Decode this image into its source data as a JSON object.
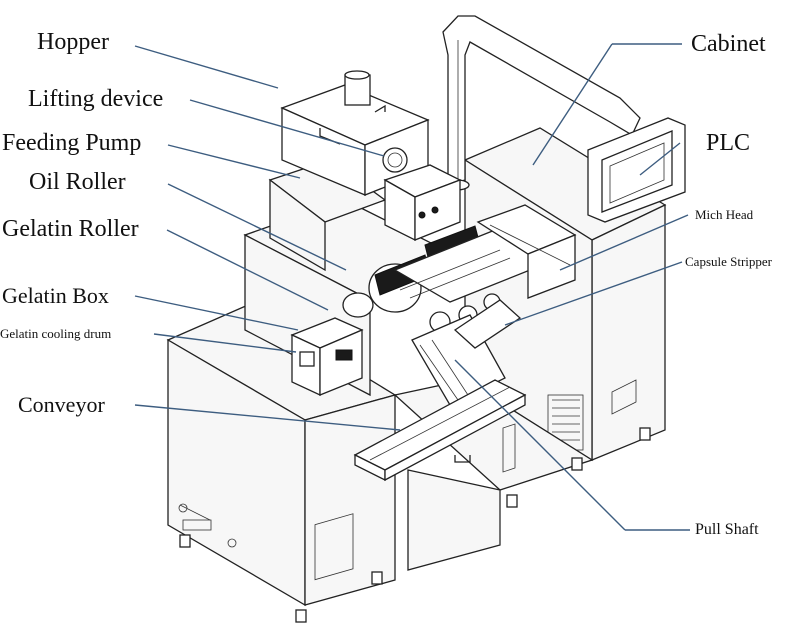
{
  "labels": {
    "hopper": "Hopper",
    "lifting_device": "Lifting device",
    "feeding_pump": "Feeding Pump",
    "oil_roller": "Oil Roller",
    "gelatin_roller": "Gelatin Roller",
    "gelatin_box": "Gelatin Box",
    "gelatin_cooling_drum": "Gelatin cooling drum",
    "conveyor": "Conveyor",
    "cabinet": "Cabinet",
    "plc": "PLC",
    "mich_head": "Mich Head",
    "capsule_stripper": "Capsule Stripper",
    "pull_shaft": "Pull Shaft"
  },
  "colors": {
    "leader_line": "#3d5d80",
    "machine_line": "#222222",
    "background": "#ffffff"
  }
}
